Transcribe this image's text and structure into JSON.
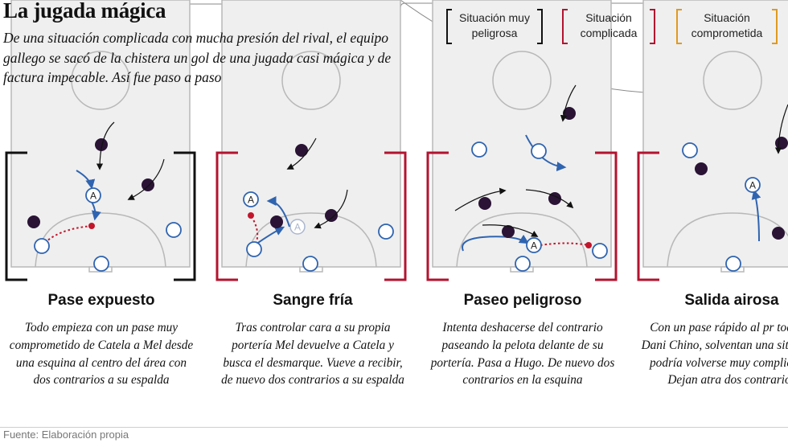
{
  "header": {
    "title": "La jugada mágica",
    "intro": "De una situación complicada con mucha presión del rival, el equipo gallego se sacó de la chistera un gol de una jugada casi mágica y de factura impecable. Así fue paso a paso"
  },
  "legend": [
    {
      "label": "Situación muy peligrosa",
      "color": "#111111"
    },
    {
      "label": "Situación complicada",
      "color": "#b3132f"
    },
    {
      "label": "Situación comprometida",
      "color": "#e09a1f"
    }
  ],
  "colors": {
    "player_own": "#2f64b0",
    "player_rival": "#2a1335",
    "pass_line": "#c2152b",
    "movement_arrow": "#2f64b0",
    "rival_arrow": "#111111",
    "court_line": "#b8b8b8"
  },
  "player_marker_letter": "A",
  "steps": [
    {
      "title": "Pase expuesto",
      "text": "Todo empieza con un pase muy comprometido de Catela a Mel desde una esquina al centro del área con dos contrarios a su espalda",
      "situation": "muy peligrosa"
    },
    {
      "title": "Sangre fría",
      "text": "Tras controlar cara a su propia portería Mel devuelve a Catela y busca el desmarque. Vueve a recibir, de nuevo dos contrarios a su espalda",
      "situation": "complicada"
    },
    {
      "title": "Paseo peligroso",
      "text": "Intenta deshacerse del contrario paseando la pelota delante de su portería. Pasa a Hugo. De nuevo dos contrarios en la esquina",
      "situation": "complicada"
    },
    {
      "title": "Salida airosa",
      "text": "Con un pase rápido al pr toque a Dani Chino, solventan una situación podría volverse muy complicada. Dejan atra dos contrarios",
      "situation": "complicada"
    }
  ],
  "footer": {
    "source": "Fuente: Elaboración propia"
  }
}
